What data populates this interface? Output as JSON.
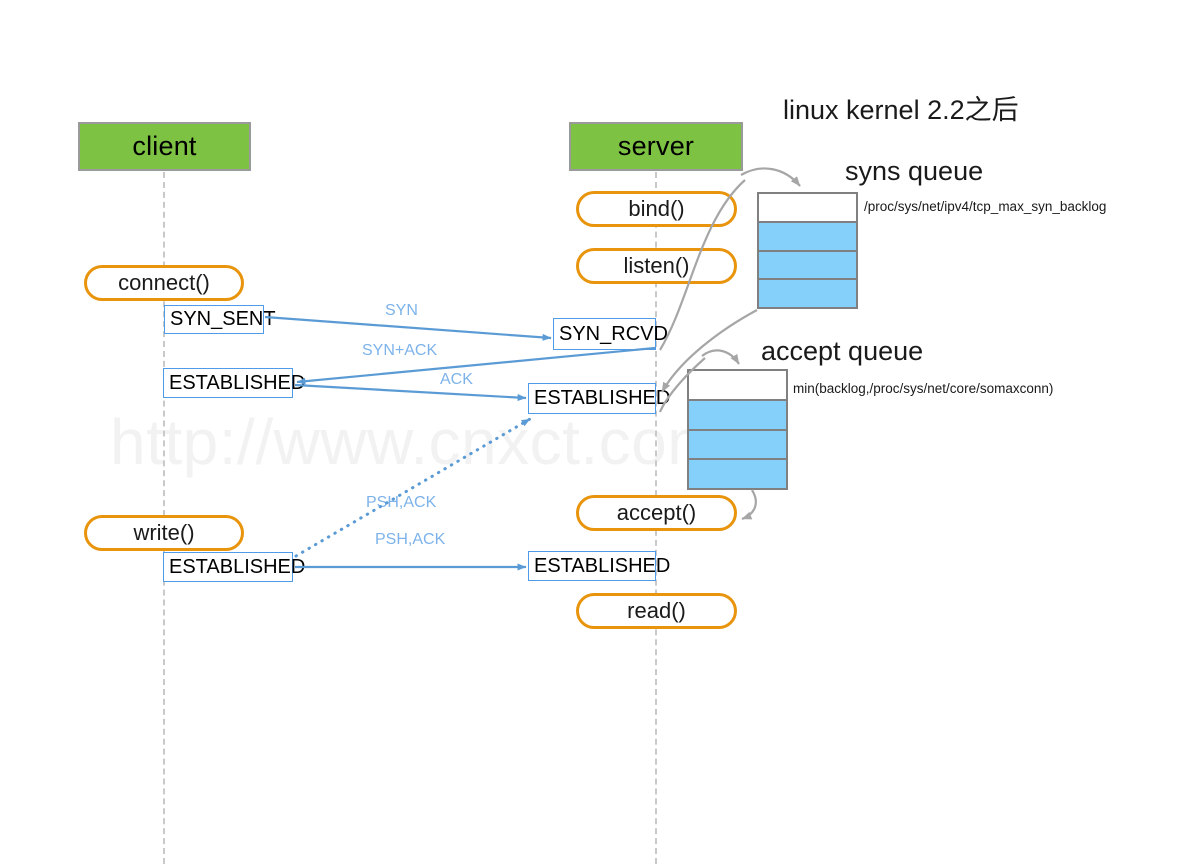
{
  "diagram": {
    "title": "linux  kernel 2.2之后",
    "watermark": "http://www.cnxct.com"
  },
  "actors": [
    {
      "id": "client",
      "label": "client"
    },
    {
      "id": "server",
      "label": "server"
    }
  ],
  "client_calls": [
    {
      "id": "connect",
      "label": "connect()"
    },
    {
      "id": "write",
      "label": "write()"
    }
  ],
  "server_calls": [
    {
      "id": "bind",
      "label": "bind()"
    },
    {
      "id": "listen",
      "label": "listen()"
    },
    {
      "id": "accept",
      "label": "accept()"
    },
    {
      "id": "read",
      "label": "read()"
    }
  ],
  "client_states": [
    {
      "id": "client-syn-sent",
      "label": "SYN_SENT"
    },
    {
      "id": "client-established-1",
      "label": "ESTABLISHED"
    },
    {
      "id": "client-established-2",
      "label": "ESTABLISHED"
    }
  ],
  "server_states": [
    {
      "id": "server-syn-rcvd",
      "label": "SYN_RCVD"
    },
    {
      "id": "server-established-1",
      "label": "ESTABLISHED"
    },
    {
      "id": "server-established-2",
      "label": "ESTABLISHED"
    }
  ],
  "packets": [
    {
      "id": "syn",
      "label": "SYN"
    },
    {
      "id": "syn-ack",
      "label": "SYN+ACK"
    },
    {
      "id": "ack",
      "label": "ACK"
    },
    {
      "id": "psh-ack-1",
      "label": "PSH,ACK"
    },
    {
      "id": "psh-ack-2",
      "label": "PSH,ACK"
    }
  ],
  "queues": [
    {
      "id": "syns-queue",
      "title": "syns queue",
      "note": "/proc/sys/net/ipv4/tcp_max_syn_backlog",
      "cells": [
        "empty",
        "filled",
        "filled",
        "filled"
      ]
    },
    {
      "id": "accept-queue",
      "title": "accept queue",
      "note": "min(backlog,/proc/sys/net/core/somaxconn)",
      "cells": [
        "empty",
        "filled",
        "filled",
        "filled"
      ]
    }
  ],
  "colors": {
    "actor_fill": "#7DC242",
    "actor_border": "#9a9a9a",
    "call_border": "#E8940C",
    "state_border": "#4E9BE8",
    "queue_border": "#808080",
    "queue_filled": "#85D0FA",
    "packet_arrow": "#5B9BD5",
    "packet_label": "#7DB3EA",
    "kernel_arrow": "#A6A6A6",
    "lifeline": "#c9c9c9",
    "watermark": "#f2f2f2"
  }
}
